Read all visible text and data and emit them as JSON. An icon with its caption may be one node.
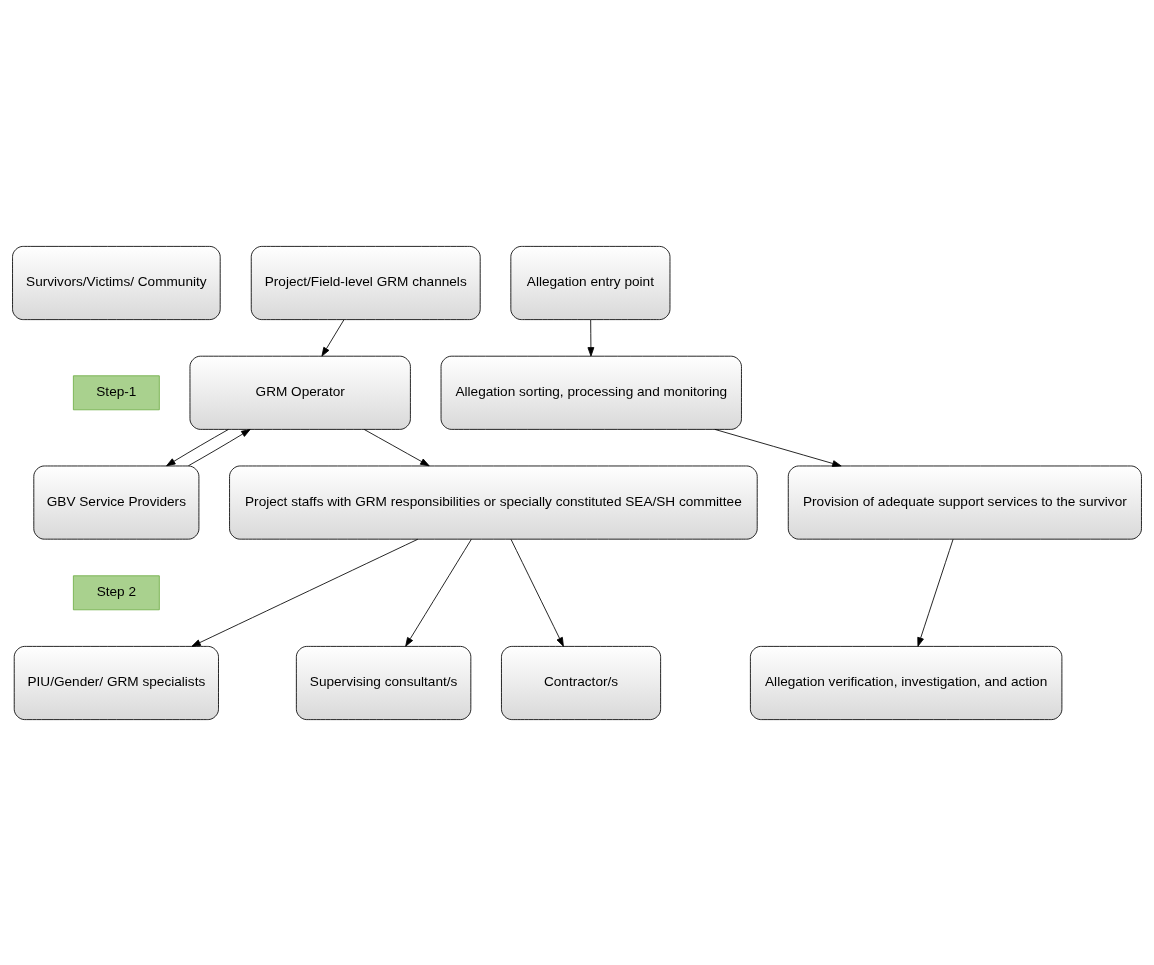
{
  "diagram": {
    "nodes": [
      {
        "text": [
          "Survivors/Victims/ Community"
        ]
      },
      {
        "text": [
          "Project/Field-level GRM channels"
        ]
      },
      {
        "text": [
          "Step-1"
        ]
      },
      {
        "text": [
          "GRM Operator"
        ]
      },
      {
        "text": [
          "GBV Service Providers"
        ]
      },
      {
        "text": [
          "Project staffs with GRM responsibilities or specially constituted SEA/SH committee"
        ]
      },
      {
        "text": [
          "Step 2"
        ]
      },
      {
        "text": [
          "PIU/Gender/ GRM specialists"
        ]
      },
      {
        "text": [
          "Supervising consultant/s"
        ]
      },
      {
        "text": [
          "Contractor/s"
        ]
      },
      {
        "text": [
          "Allegation entry point"
        ]
      },
      {
        "text": [
          "Allegation sorting, processing and monitoring"
        ]
      },
      {
        "text": [
          "Provision of adequate support services to the survivor"
        ]
      },
      {
        "text": [
          "Allegation verification, investigation, and action"
        ]
      }
    ],
    "edges": [
      {
        "from": 1,
        "to": 3,
        "arrow": "to"
      },
      {
        "from": 4,
        "to": 3,
        "arrow": "to"
      },
      {
        "from": 3,
        "to": 4,
        "arrow": "to"
      },
      {
        "from": 3,
        "to": 5,
        "arrow": "to"
      },
      {
        "from": 5,
        "to": 7,
        "arrow": "to"
      },
      {
        "from": 5,
        "to": 8,
        "arrow": "to"
      },
      {
        "from": 5,
        "to": 9,
        "arrow": "to"
      },
      {
        "from": 10,
        "to": 11,
        "arrow": "to"
      },
      {
        "from": 11,
        "to": 12,
        "arrow": "to"
      },
      {
        "from": 12,
        "to": 13,
        "arrow": "to"
      }
    ]
  }
}
